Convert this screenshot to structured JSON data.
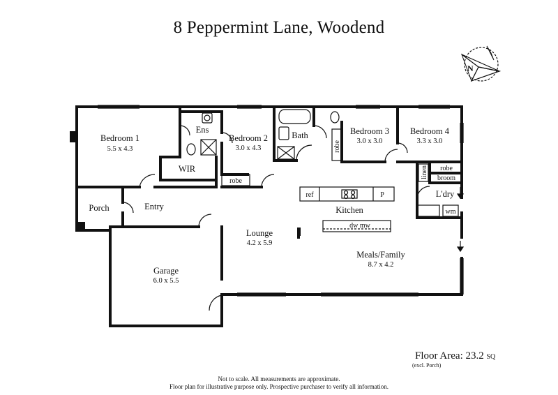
{
  "title": "8 Peppermint Lane, Woodend",
  "rooms": {
    "bedroom1": {
      "name": "Bedroom 1",
      "dims": "5.5 x 4.3"
    },
    "ens": {
      "name": "Ens"
    },
    "bedroom2": {
      "name": "Bedroom 2",
      "dims": "3.0 x 4.3"
    },
    "bath": {
      "name": "Bath"
    },
    "bedroom3": {
      "name": "Bedroom 3",
      "dims": "3.0 x 3.0"
    },
    "bedroom4": {
      "name": "Bedroom 4",
      "dims": "3.3 x 3.0"
    },
    "wir": {
      "name": "WIR"
    },
    "robe_b2": {
      "name": "robe"
    },
    "robe_b3": {
      "name": "robe"
    },
    "linen": {
      "name": "linen"
    },
    "robe_hall": {
      "name": "robe"
    },
    "broom": {
      "name": "broom"
    },
    "ldry": {
      "name": "L'dry"
    },
    "wm": {
      "name": "wm"
    },
    "porch": {
      "name": "Porch"
    },
    "entry": {
      "name": "Entry"
    },
    "kitchen": {
      "name": "Kitchen"
    },
    "ref": {
      "name": "ref"
    },
    "pantry": {
      "name": "P"
    },
    "dwmw": {
      "name": "dw mw"
    },
    "lounge": {
      "name": "Lounge",
      "dims": "4.2 x 5.9"
    },
    "meals": {
      "name": "Meals/Family",
      "dims": "8.7 x 4.2"
    },
    "garage": {
      "name": "Garage",
      "dims": "6.0 x 5.5"
    }
  },
  "floor_area": {
    "label": "Floor Area: 23.2",
    "unit": "SQ",
    "note": "(excl. Porch)"
  },
  "disclaimer": {
    "line1": "Not to scale. All measurements are approximate.",
    "line2": "Floor plan for illustrative purpose only. Prospective purchaser to verify all information."
  },
  "compass": {
    "icon": "north-compass-icon"
  }
}
